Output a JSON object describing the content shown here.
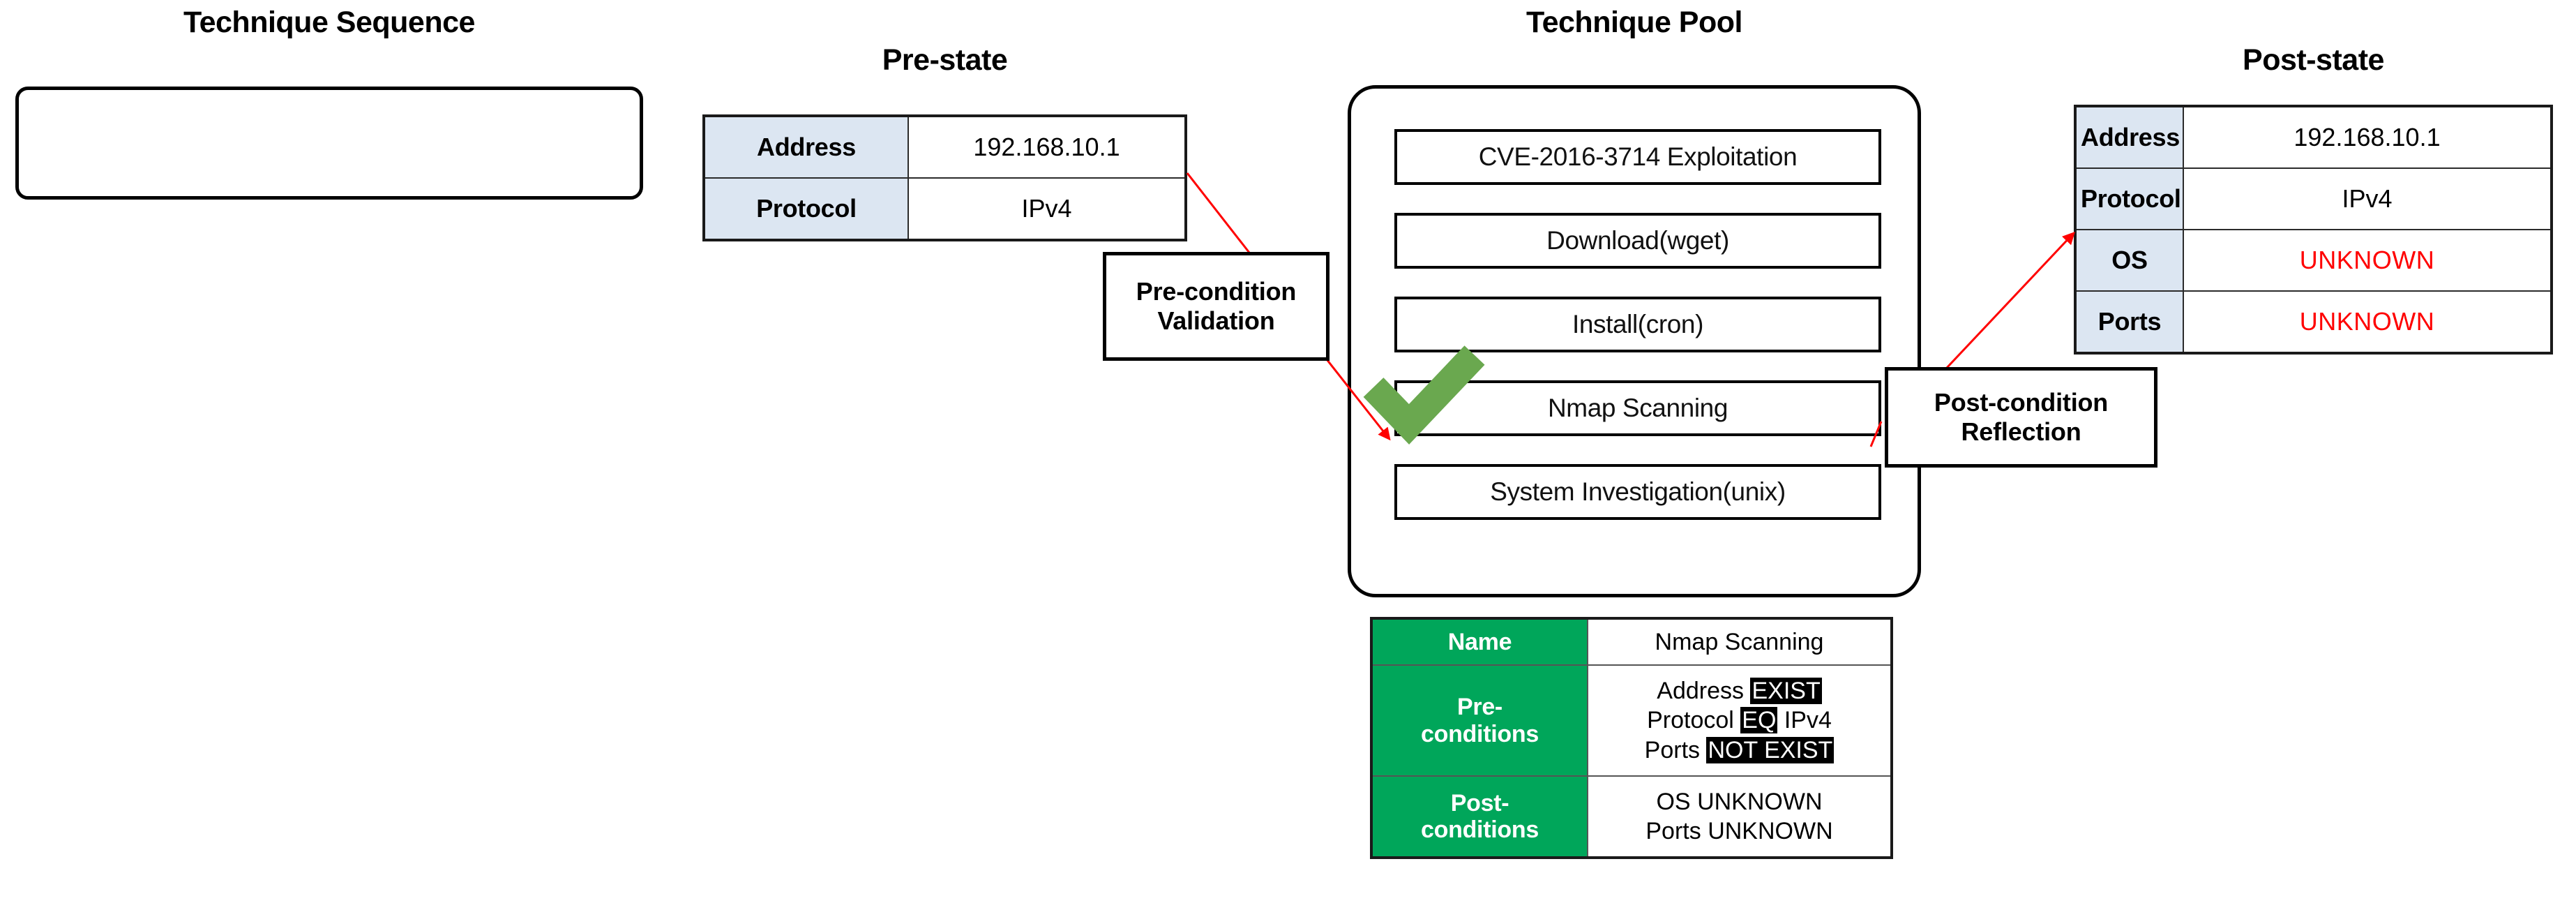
{
  "headings": {
    "technique_sequence": "Technique Sequence",
    "pre_state": "Pre-state",
    "technique_pool": "Technique Pool",
    "post_state": "Post-state"
  },
  "colors": {
    "header_fill": "#DCE6F2",
    "detail_header_fill": "#00A65A",
    "unknown_text": "#FF0000",
    "arrow": "#FF0000",
    "check": "#6AA84F",
    "highlight_bg": "#000000"
  },
  "pre_state": {
    "title": "Pre-state",
    "rows": [
      {
        "key": "Address",
        "value": "192.168.10.1",
        "unknown": false
      },
      {
        "key": "Protocol",
        "value": "IPv4",
        "unknown": false
      }
    ]
  },
  "post_state": {
    "title": "Post-state",
    "rows": [
      {
        "key": "Address",
        "value": "192.168.10.1",
        "unknown": false
      },
      {
        "key": "Protocol",
        "value": "IPv4",
        "unknown": false
      },
      {
        "key": "OS",
        "value": "UNKNOWN",
        "unknown": true
      },
      {
        "key": "Ports",
        "value": "UNKNOWN",
        "unknown": true
      }
    ]
  },
  "technique_pool": {
    "title": "Technique Pool",
    "items": [
      {
        "label": "CVE-2016-3714 Exploitation",
        "selected": false
      },
      {
        "label": "Download(wget)",
        "selected": false
      },
      {
        "label": "Install(cron)",
        "selected": false
      },
      {
        "label": "Nmap Scanning",
        "selected": true
      },
      {
        "label": "System Investigation(unix)",
        "selected": false
      }
    ]
  },
  "callouts": {
    "pre_validation": {
      "line1": "Pre-condition",
      "line2": "Validation"
    },
    "post_reflection": {
      "line1": "Post-condition",
      "line2": "Reflection"
    }
  },
  "technique_detail": {
    "name_label": "Name",
    "name_value": "Nmap Scanning",
    "pre_label_line1": "Pre-",
    "pre_label_line2": "conditions",
    "pre_conditions": [
      {
        "attribute": "Address",
        "operator": "EXIST",
        "value": "",
        "highlighted": true
      },
      {
        "attribute": "Protocol",
        "operator": "EQ",
        "value": "IPv4",
        "highlighted": true
      },
      {
        "attribute": "Ports",
        "operator": "NOT EXIST",
        "value": "",
        "highlighted": true
      }
    ],
    "post_label_line1": "Post-",
    "post_label_line2": "conditions",
    "post_conditions": [
      {
        "attribute": "OS",
        "operator": "UNKNOWN"
      },
      {
        "attribute": "Ports",
        "operator": "UNKNOWN"
      }
    ]
  },
  "icons": {
    "check": "green-check-icon",
    "arrow_pre": "red-arrow-icon",
    "arrow_post": "red-arrow-icon"
  }
}
